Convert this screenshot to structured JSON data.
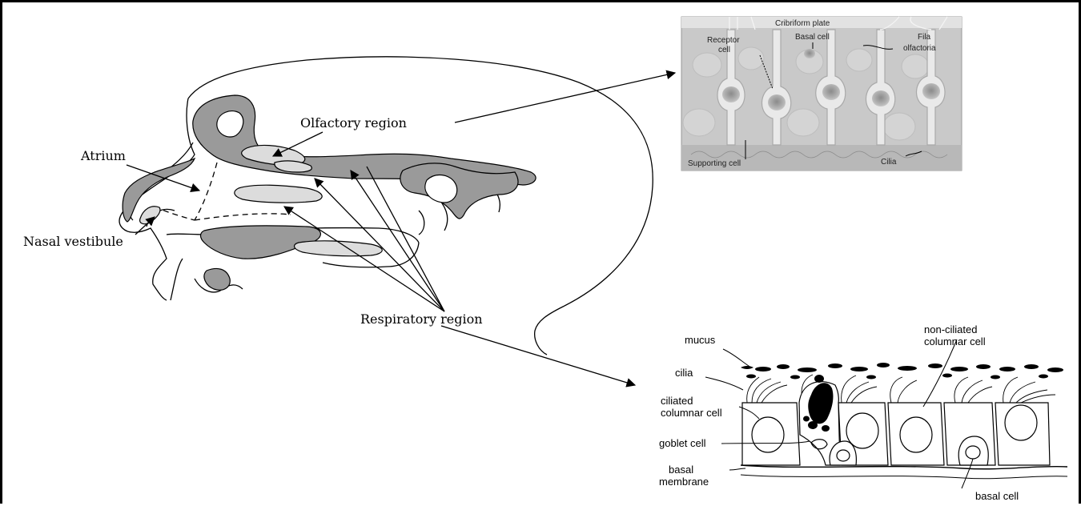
{
  "head": {
    "olfactory_region": "Olfactory region",
    "atrium": "Atrium",
    "nasal_vestibule": "Nasal vestibule",
    "respiratory_region": "Respiratory region"
  },
  "olfactory_inset": {
    "cribriform_plate": "Cribriform plate",
    "receptor_cell_l1": "Receptor",
    "receptor_cell_l2": "cell",
    "basal_cell": "Basal cell",
    "fila_olfactoria_l1": "Fila",
    "fila_olfactoria_l2": "olfactoria",
    "supporting_cell": "Supporting cell",
    "cilia": "Cilia"
  },
  "respiratory_inset": {
    "mucus": "mucus",
    "non_ciliated_l1": "non-ciliated",
    "non_ciliated_l2": "columnar cell",
    "cilia": "cilia",
    "ciliated_l1": "ciliated",
    "ciliated_l2": "columnar cell",
    "goblet_cell": "goblet cell",
    "basal_membrane_l1": "basal",
    "basal_membrane_l2": "membrane",
    "basal_cell": "basal cell"
  },
  "colors": {
    "bone_gray": "#9a9a9a",
    "tissue_light": "#d9d9d9",
    "inset_bg": "#c9c9c9"
  }
}
